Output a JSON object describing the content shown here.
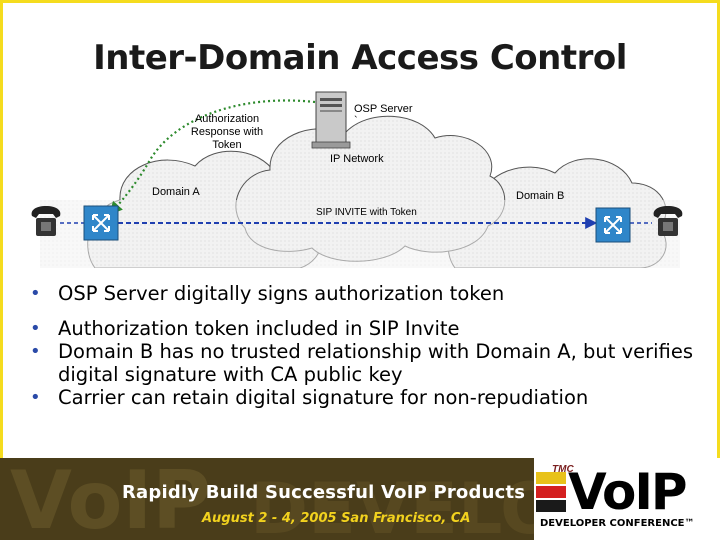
{
  "slide": {
    "title": "Inter-Domain Access Control"
  },
  "diagram": {
    "osp_server_label": "OSP Server",
    "osp_server_mark": "`",
    "auth_response_label": [
      "Authorization",
      "Response with",
      "Token"
    ],
    "ip_network_label": "IP Network",
    "domain_a_label": "Domain A",
    "domain_b_label": "Domain B",
    "sip_invite_label": "SIP INVITE with Token"
  },
  "bullets": [
    "OSP Server digitally signs authorization token",
    "Authorization token included in SIP Invite",
    "Domain B has no trusted relationship with Domain A, but verifies digital signature with CA public key",
    "Carrier can retain digital signature for non-repudiation"
  ],
  "banner": {
    "tagline": "Rapidly Build Successful VoIP Products",
    "date_location": "August 2 - 4, 2005 San Francisco, CA",
    "logo_tmc": "TMC",
    "logo_main": "VoIP",
    "logo_sub": "DEVELOPER CONFERENCE™"
  },
  "colors": {
    "frame": "#f5dc1e",
    "bullet_marker": "#2a4aa8",
    "arrow_green": "#2d8a2d",
    "arrow_blue": "#1f3fb0",
    "router_blue": "#2f86c9"
  }
}
